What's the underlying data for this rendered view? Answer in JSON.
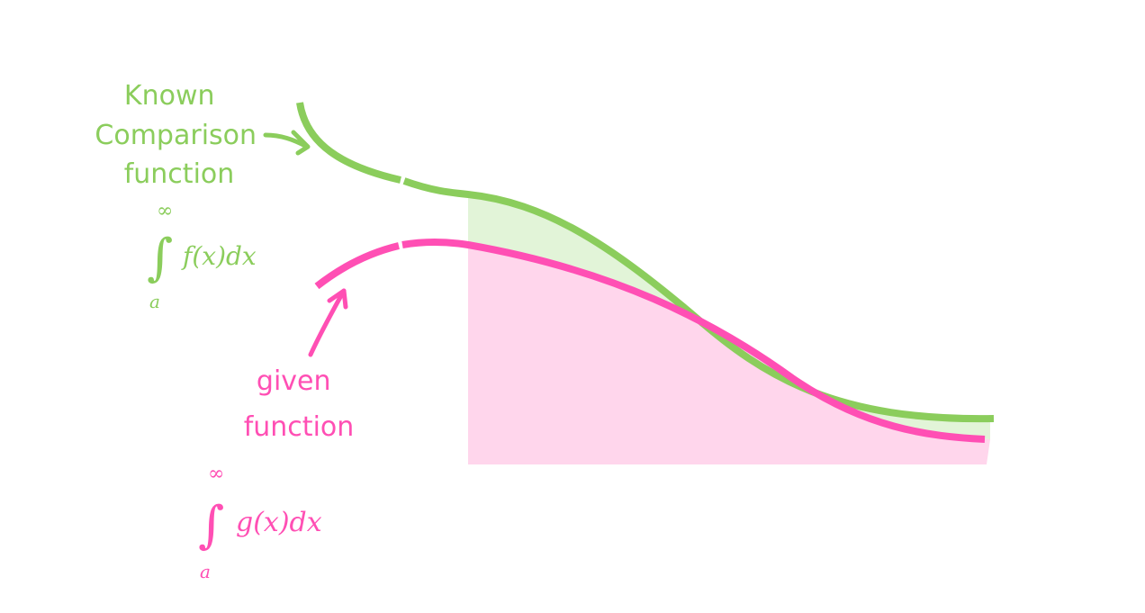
{
  "colors": {
    "green": "#8bcd5c",
    "green_fill": "#e2f4d8",
    "pink": "#ff4fb4",
    "pink_fill": "#ffd6ec"
  },
  "comparison": {
    "label_lines": [
      "Known",
      "Comparison",
      "function"
    ],
    "integral": {
      "upper": "∞",
      "lower": "a",
      "integrand": "f(x)dx"
    }
  },
  "given": {
    "label_lines": [
      "given",
      "function"
    ],
    "integral": {
      "upper": "∞",
      "lower": "a",
      "integrand": "g(x)dx"
    }
  }
}
